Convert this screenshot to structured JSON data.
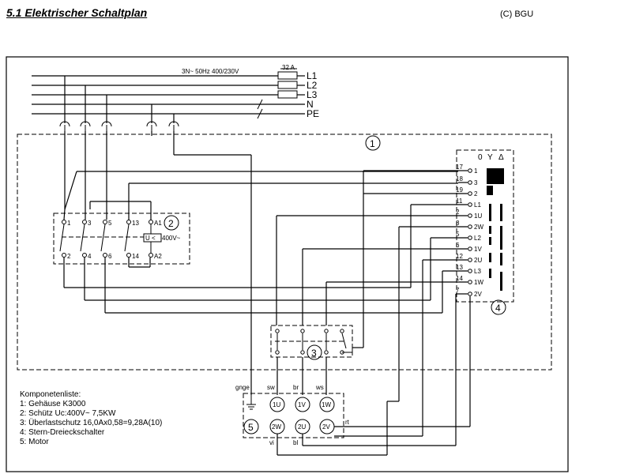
{
  "header": {
    "title": "5.1 Elektrischer Schaltplan",
    "copyright": "(C) BGU"
  },
  "supply": {
    "spec": "3N~ 50Hz 400/230V",
    "fuse": "32 A",
    "lines": [
      "L1",
      "L2",
      "L3",
      "N",
      "PE"
    ]
  },
  "housing": {
    "id": "1"
  },
  "contactor": {
    "id": "2",
    "top_terminals": [
      "1",
      "3",
      "5",
      "13",
      "A1"
    ],
    "bottom_terminals": [
      "2",
      "4",
      "6",
      "14",
      "A2"
    ],
    "coil_label": "U <",
    "coil_voltage": "400V~"
  },
  "switch": {
    "id": "4",
    "positions": [
      "0",
      "Y",
      "Δ"
    ],
    "left_numbers": [
      "17",
      "18",
      "19",
      "11",
      "2",
      "8",
      "5",
      "6",
      "12",
      "13",
      "14",
      "7"
    ],
    "right_labels": [
      "1",
      "3",
      "2",
      "L1",
      "1U",
      "2W",
      "L2",
      "1V",
      "2U",
      "L3",
      "1W",
      "2V"
    ]
  },
  "overload": {
    "id": "3"
  },
  "motor": {
    "id": "5",
    "top_labels": [
      "gnge",
      "sw",
      "br",
      "ws"
    ],
    "top_terminals": [
      "1U",
      "1V",
      "1W"
    ],
    "bottom_terminals": [
      "2W",
      "2U",
      "2V"
    ],
    "bottom_labels": [
      "vi",
      "bl"
    ],
    "right_label": "rt"
  },
  "parts_list": {
    "heading": "Komponetenliste:",
    "items": [
      "1: Gehäuse K3000",
      "2: Schütz Uc:400V~ 7,5KW",
      "3: Überlastschutz 16,0Ax0,58=9,28A(10)",
      "4: Stern-Dreieckschalter",
      "5: Motor"
    ]
  }
}
